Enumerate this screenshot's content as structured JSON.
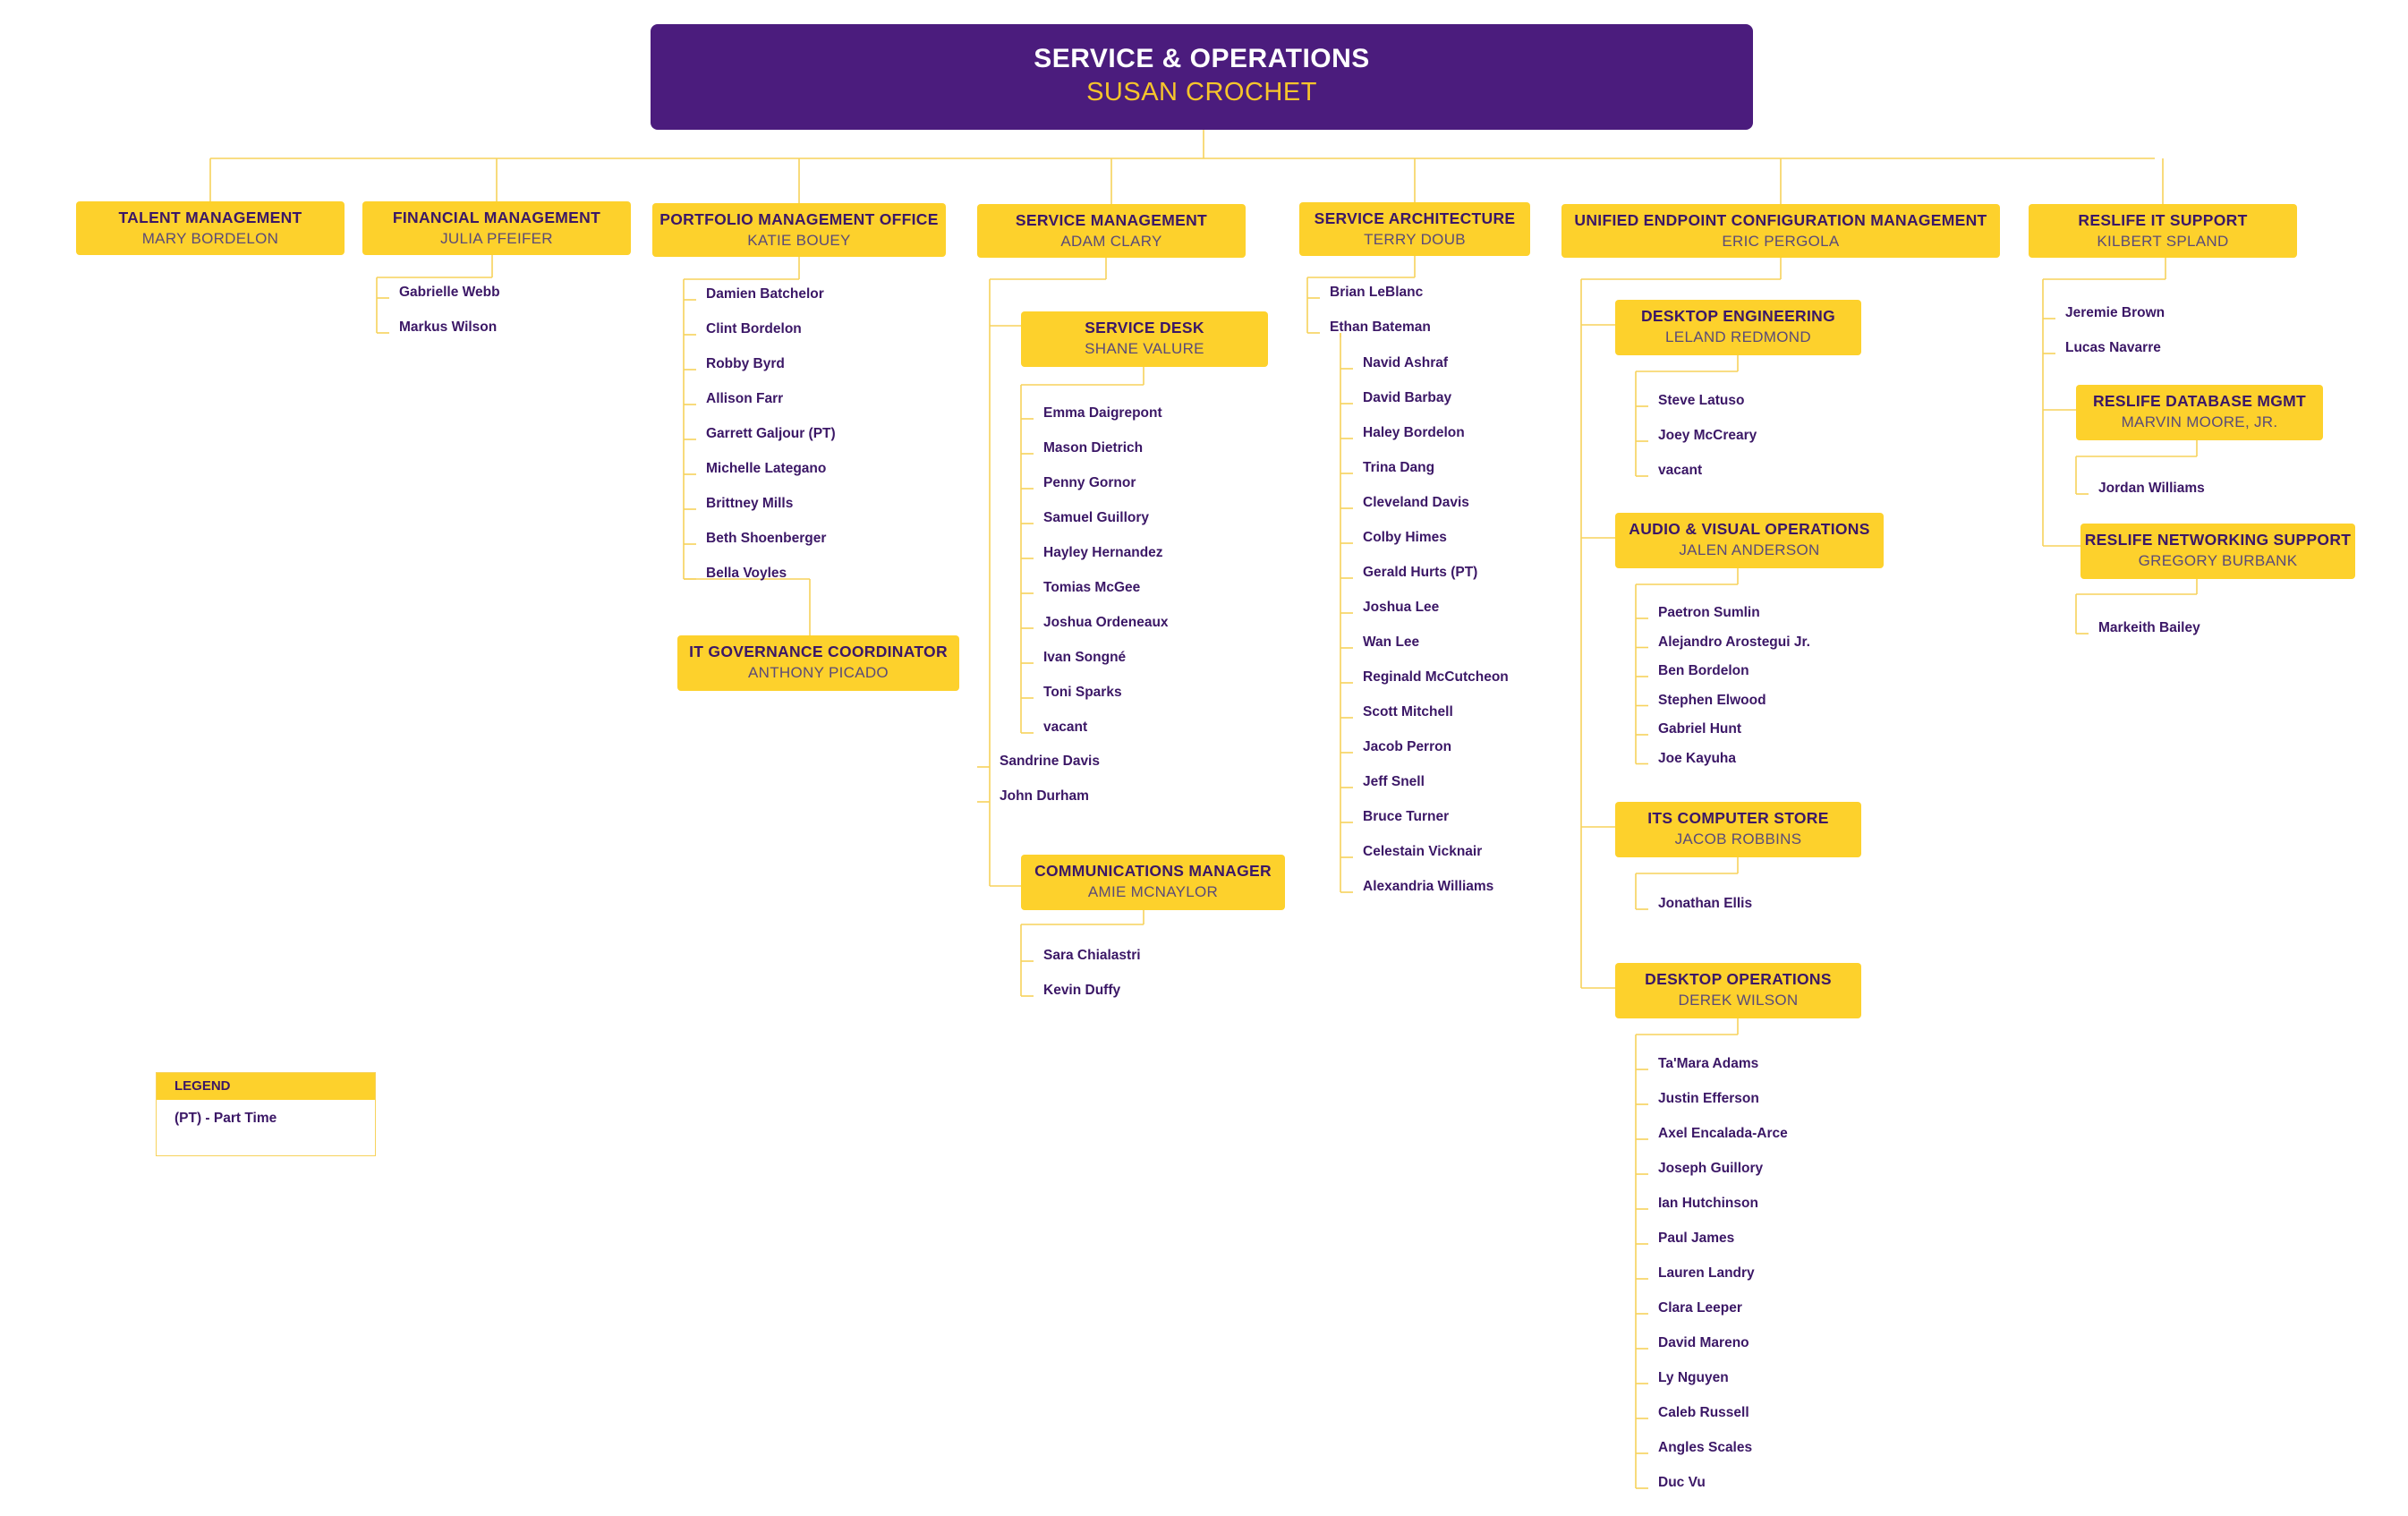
{
  "root": {
    "title": "SERVICE & OPERATIONS",
    "name": "SUSAN CROCHET"
  },
  "departments": [
    {
      "id": "talent",
      "title": "TALENT MANAGEMENT",
      "name": "MARY BORDELON",
      "members": []
    },
    {
      "id": "financial",
      "title": "FINANCIAL MANAGEMENT",
      "name": "JULIA PFEIFER",
      "members": [
        "Gabrielle Webb",
        "Markus Wilson"
      ]
    },
    {
      "id": "portfolio",
      "title": "PORTFOLIO MANAGEMENT OFFICE",
      "name": "KATIE BOUEY",
      "members": [
        "Damien Batchelor",
        "Clint Bordelon",
        "Robby Byrd",
        "Allison Farr",
        "Garrett Galjour (PT)",
        "Michelle Lategano",
        "Brittney Mills",
        "Beth Shoenberger",
        "Bella Voyles"
      ],
      "sub": [
        {
          "id": "itgov",
          "title": "IT GOVERNANCE COORDINATOR",
          "name": "ANTHONY PICADO",
          "members": []
        }
      ]
    },
    {
      "id": "service",
      "title": "SERVICE MANAGEMENT",
      "name": "ADAM CLARY",
      "members": [
        "Sandrine Davis",
        "John Durham"
      ],
      "sub": [
        {
          "id": "desk",
          "title": "SERVICE DESK",
          "name": "SHANE VALURE",
          "members": [
            "Emma Daigrepont",
            "Mason Dietrich",
            "Penny Gornor",
            "Samuel Guillory",
            "Hayley Hernandez",
            "Tomias McGee",
            "Joshua Ordeneaux",
            "Ivan Songné",
            "Toni Sparks",
            "vacant"
          ]
        },
        {
          "id": "comms",
          "title": "COMMUNICATIONS MANAGER",
          "name": "AMIE MCNAYLOR",
          "members": [
            "Sara Chialastri",
            "Kevin Duffy"
          ]
        }
      ]
    },
    {
      "id": "arch",
      "title": "SERVICE ARCHITECTURE",
      "name": "TERRY DOUB",
      "members": [
        "Brian LeBlanc",
        "Ethan Bateman"
      ],
      "members_under_bateman": [
        "Navid Ashraf",
        "David Barbay",
        "Haley Bordelon",
        "Trina Dang",
        "Cleveland Davis",
        "Colby Himes",
        "Gerald Hurts (PT)",
        "Joshua Lee",
        "Wan Lee",
        "Reginald McCutcheon",
        "Scott Mitchell",
        "Jacob Perron",
        "Jeff Snell",
        "Bruce Turner",
        "Celestain Vicknair",
        "Alexandria Williams"
      ]
    },
    {
      "id": "uecm",
      "title": "UNIFIED ENDPOINT CONFIGURATION MANAGEMENT",
      "name": "ERIC PERGOLA",
      "sub": [
        {
          "id": "desktop",
          "title": "DESKTOP ENGINEERING",
          "name": "LELAND REDMOND",
          "members": [
            "Steve Latuso",
            "Joey McCreary",
            "vacant"
          ]
        },
        {
          "id": "av",
          "title": "AUDIO & VISUAL OPERATIONS",
          "name": "JALEN ANDERSON",
          "members": [
            "Paetron Sumlin",
            "Alejandro Arostegui Jr.",
            "Ben Bordelon",
            "Stephen Elwood",
            "Gabriel Hunt",
            "Joe Kayuha"
          ]
        },
        {
          "id": "store",
          "title": "ITS COMPUTER STORE",
          "name": "JACOB ROBBINS",
          "members": [
            "Jonathan Ellis"
          ]
        },
        {
          "id": "dops",
          "title": "DESKTOP OPERATIONS",
          "name": "DEREK WILSON",
          "members": [
            "Ta'Mara Adams",
            "Justin Efferson",
            "Axel Encalada-Arce",
            "Joseph Guillory",
            "Ian Hutchinson",
            "Paul James",
            "Lauren Landry",
            "Clara Leeper",
            "David Mareno",
            "Ly Nguyen",
            "Caleb Russell",
            "Angles Scales",
            "Duc Vu"
          ]
        }
      ]
    },
    {
      "id": "reslife",
      "title": "RESLIFE IT SUPPORT",
      "name": "KILBERT SPLAND",
      "members": [
        "Jeremie Brown",
        "Lucas Navarre"
      ],
      "sub": [
        {
          "id": "db",
          "title": "RESLIFE DATABASE MGMT",
          "name": "MARVIN MOORE, JR.",
          "members": [
            "Jordan Williams"
          ]
        },
        {
          "id": "net",
          "title": "RESLIFE NETWORKING SUPPORT",
          "name": "GREGORY BURBANK",
          "members": [
            "Markeith Bailey"
          ]
        }
      ]
    }
  ],
  "legend": {
    "title": "LEGEND",
    "text": "(PT) - Part Time"
  },
  "colors": {
    "purple": "#4b1c7d",
    "yellow": "#fdd12c",
    "name_text": "#3b1766",
    "line": "#f7d25c"
  }
}
